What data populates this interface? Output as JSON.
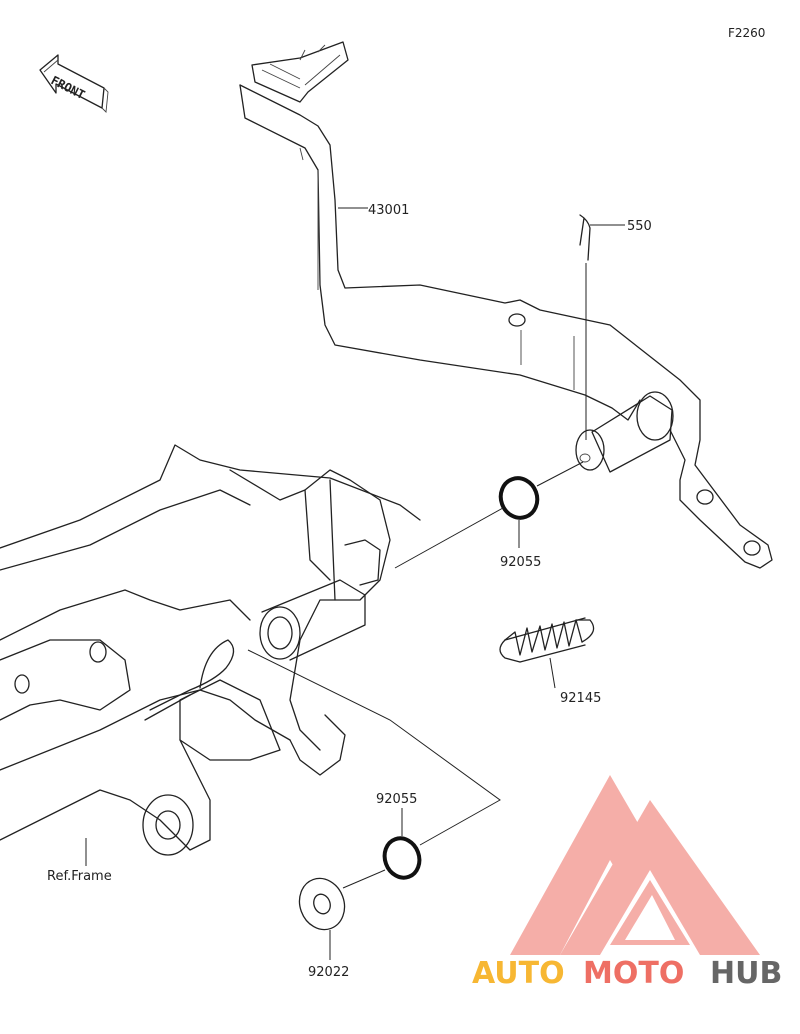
{
  "diagram": {
    "figure_code": "F2260",
    "front_label": "FRONT",
    "parts": [
      {
        "id": "43001",
        "label": "43001"
      },
      {
        "id": "550",
        "label": "550"
      },
      {
        "id": "92055a",
        "label": "92055"
      },
      {
        "id": "92145",
        "label": "92145"
      },
      {
        "id": "92055b",
        "label": "92055"
      },
      {
        "id": "92022",
        "label": "92022"
      }
    ],
    "ref_frame_label": "Ref.Frame"
  },
  "watermark": {
    "part1": "AUTO",
    "part2": "MOTO",
    "part3": "HUB",
    "colors": {
      "auto": "#f7b733",
      "moto": "#ee6f64",
      "hub": "#666666",
      "triangle": "#ef8a80"
    }
  }
}
